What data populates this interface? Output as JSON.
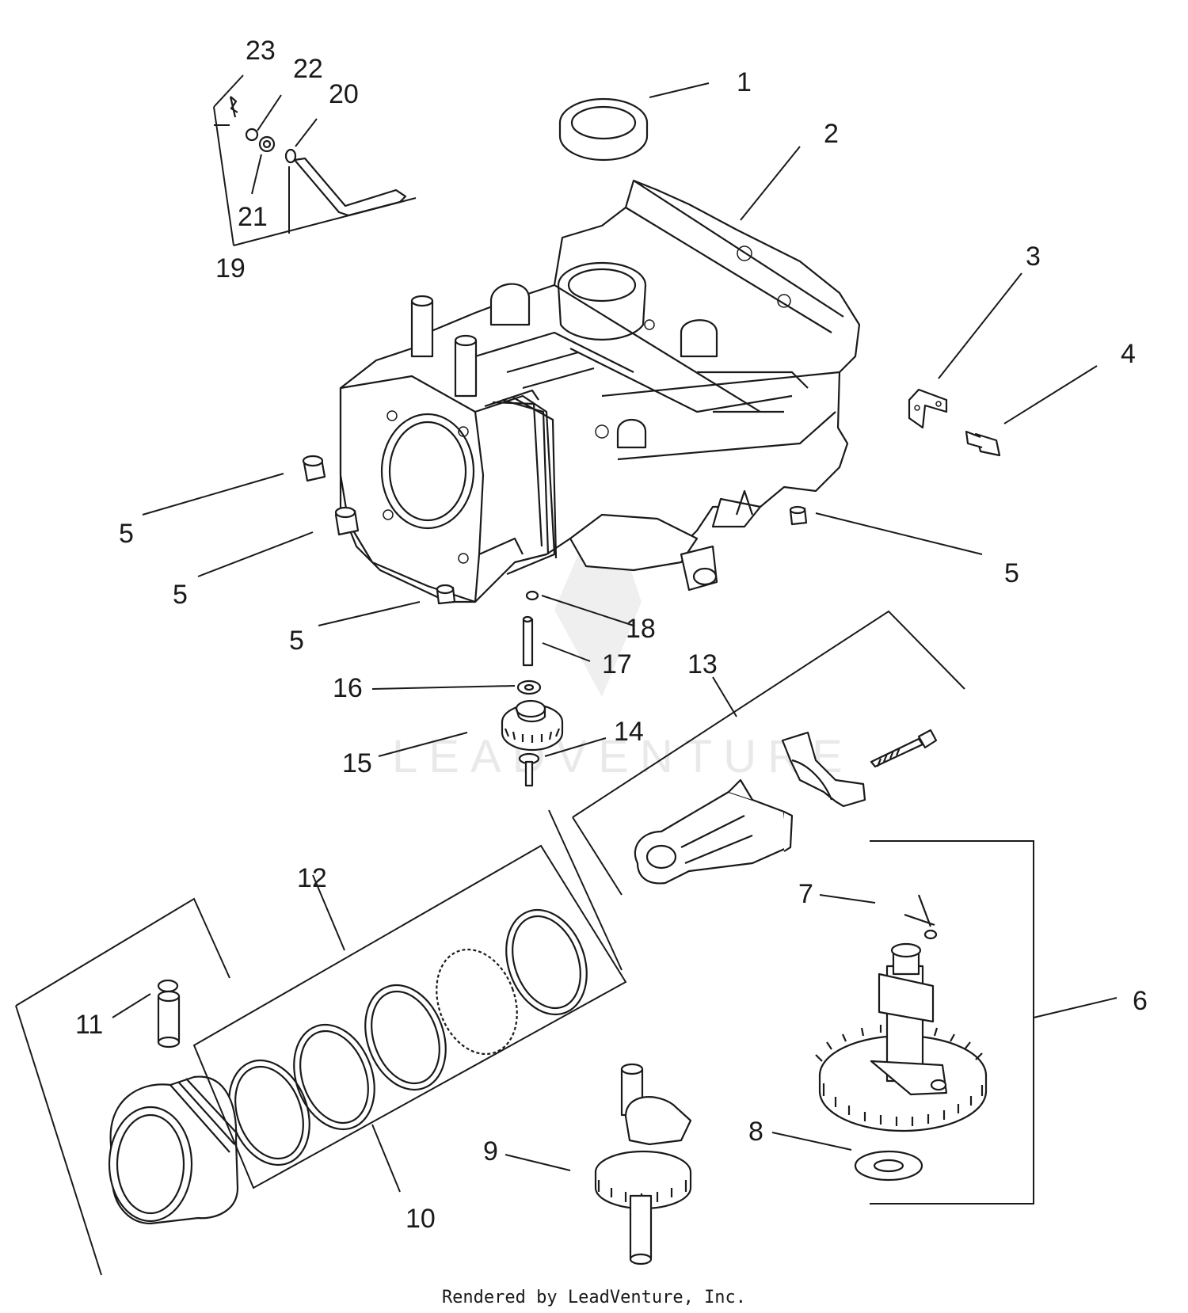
{
  "callouts": {
    "c1": "1",
    "c2": "2",
    "c3": "3",
    "c4": "4",
    "c5a": "5",
    "c5b": "5",
    "c5c": "5",
    "c5d": "5",
    "c6": "6",
    "c7": "7",
    "c8": "8",
    "c9": "9",
    "c10": "10",
    "c11": "11",
    "c12": "12",
    "c13": "13",
    "c14": "14",
    "c15": "15",
    "c16": "16",
    "c17": "17",
    "c18": "18",
    "c19": "19",
    "c20": "20",
    "c21": "21",
    "c22": "22",
    "c23": "23"
  },
  "footer": {
    "rendered_by": "Rendered by LeadVenture, Inc."
  },
  "watermark": {
    "text": "LEADVENTURE"
  }
}
